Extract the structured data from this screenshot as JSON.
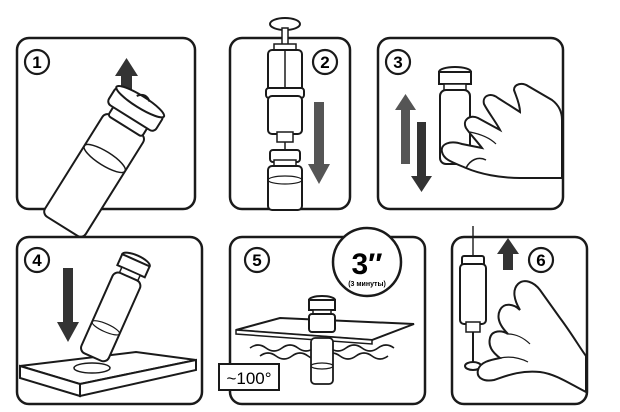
{
  "panels": [
    {
      "number": "1"
    },
    {
      "number": "2"
    },
    {
      "number": "3"
    },
    {
      "number": "4"
    },
    {
      "number": "5"
    },
    {
      "number": "6"
    }
  ],
  "timer": {
    "value": "3″",
    "caption": "(3 минуты)"
  },
  "temperature": {
    "value": "~100°"
  },
  "colors": {
    "ink": "#1a1a1a",
    "arrow": "#333333",
    "paper": "#ffffff"
  }
}
